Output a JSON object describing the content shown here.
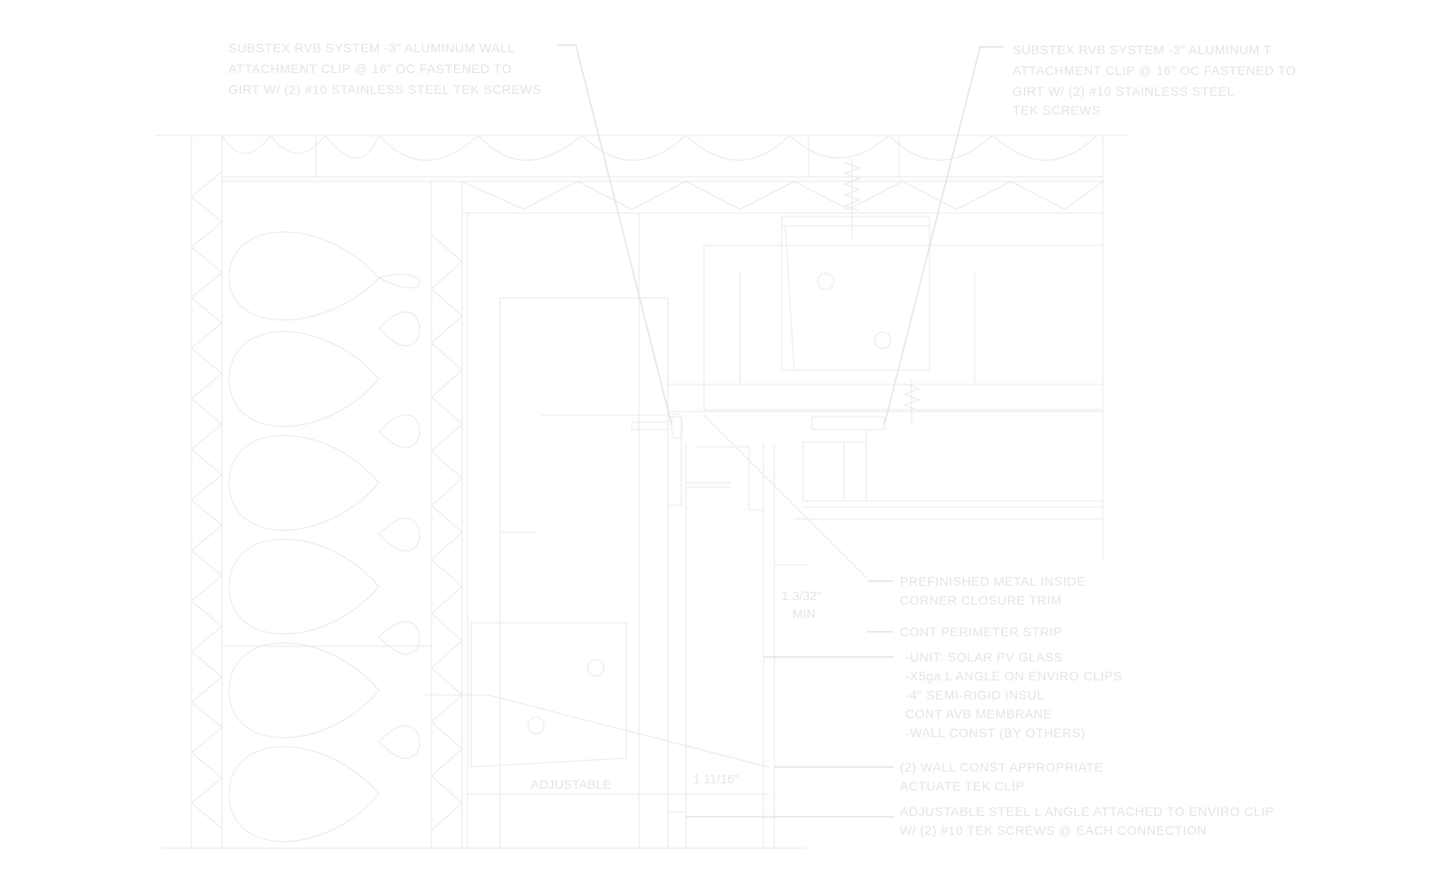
{
  "notes": {
    "top_left": [
      "SUBSTEX RVB SYSTEM -3\" ALUMINUM WALL",
      "ATTACHMENT CLIP @ 16\" OC FASTENED TO",
      "GIRT W/ (2) #10 STAINLESS STEEL TEK SCREWS"
    ],
    "top_right": [
      "SUBSTEX RVB SYSTEM -3\" ALUMINUM T",
      "ATTACHMENT CLIP @ 16\" OC FASTENED TO",
      "GIRT W/ (2) #10 STAINLESS STEEL",
      "TEK SCREWS"
    ],
    "corner_trim": [
      "PREFINISHED METAL INSIDE",
      "CORNER CLOSURE TRIM"
    ],
    "perimeter": [
      "CONT PERIMETER STRIP"
    ],
    "layers": [
      "-UNIT: SOLAR PV GLASS",
      "-X5ga L ANGLE ON ENVIRO CLIPS",
      "-4\" SEMI-RIGID INSUL",
      " CONT AVB MEMBRANE",
      "-WALL CONST (BY OTHERS)"
    ],
    "clip": [
      "(2) WALL CONST APPROPRIATE",
      "ACTUATE TEK CLIP"
    ],
    "angle": [
      "ADJUSTABLE STEEL L ANGLE ATTACHED TO ENVIRO CLIP",
      "W/ (2) #10 TEK SCREWS @ EACH CONNECTION"
    ]
  },
  "dimensions": {
    "gap": "1 3/32\"",
    "gap_min": "MIN",
    "adjustable": "ADJUSTABLE",
    "depth": "1 11/16\""
  }
}
